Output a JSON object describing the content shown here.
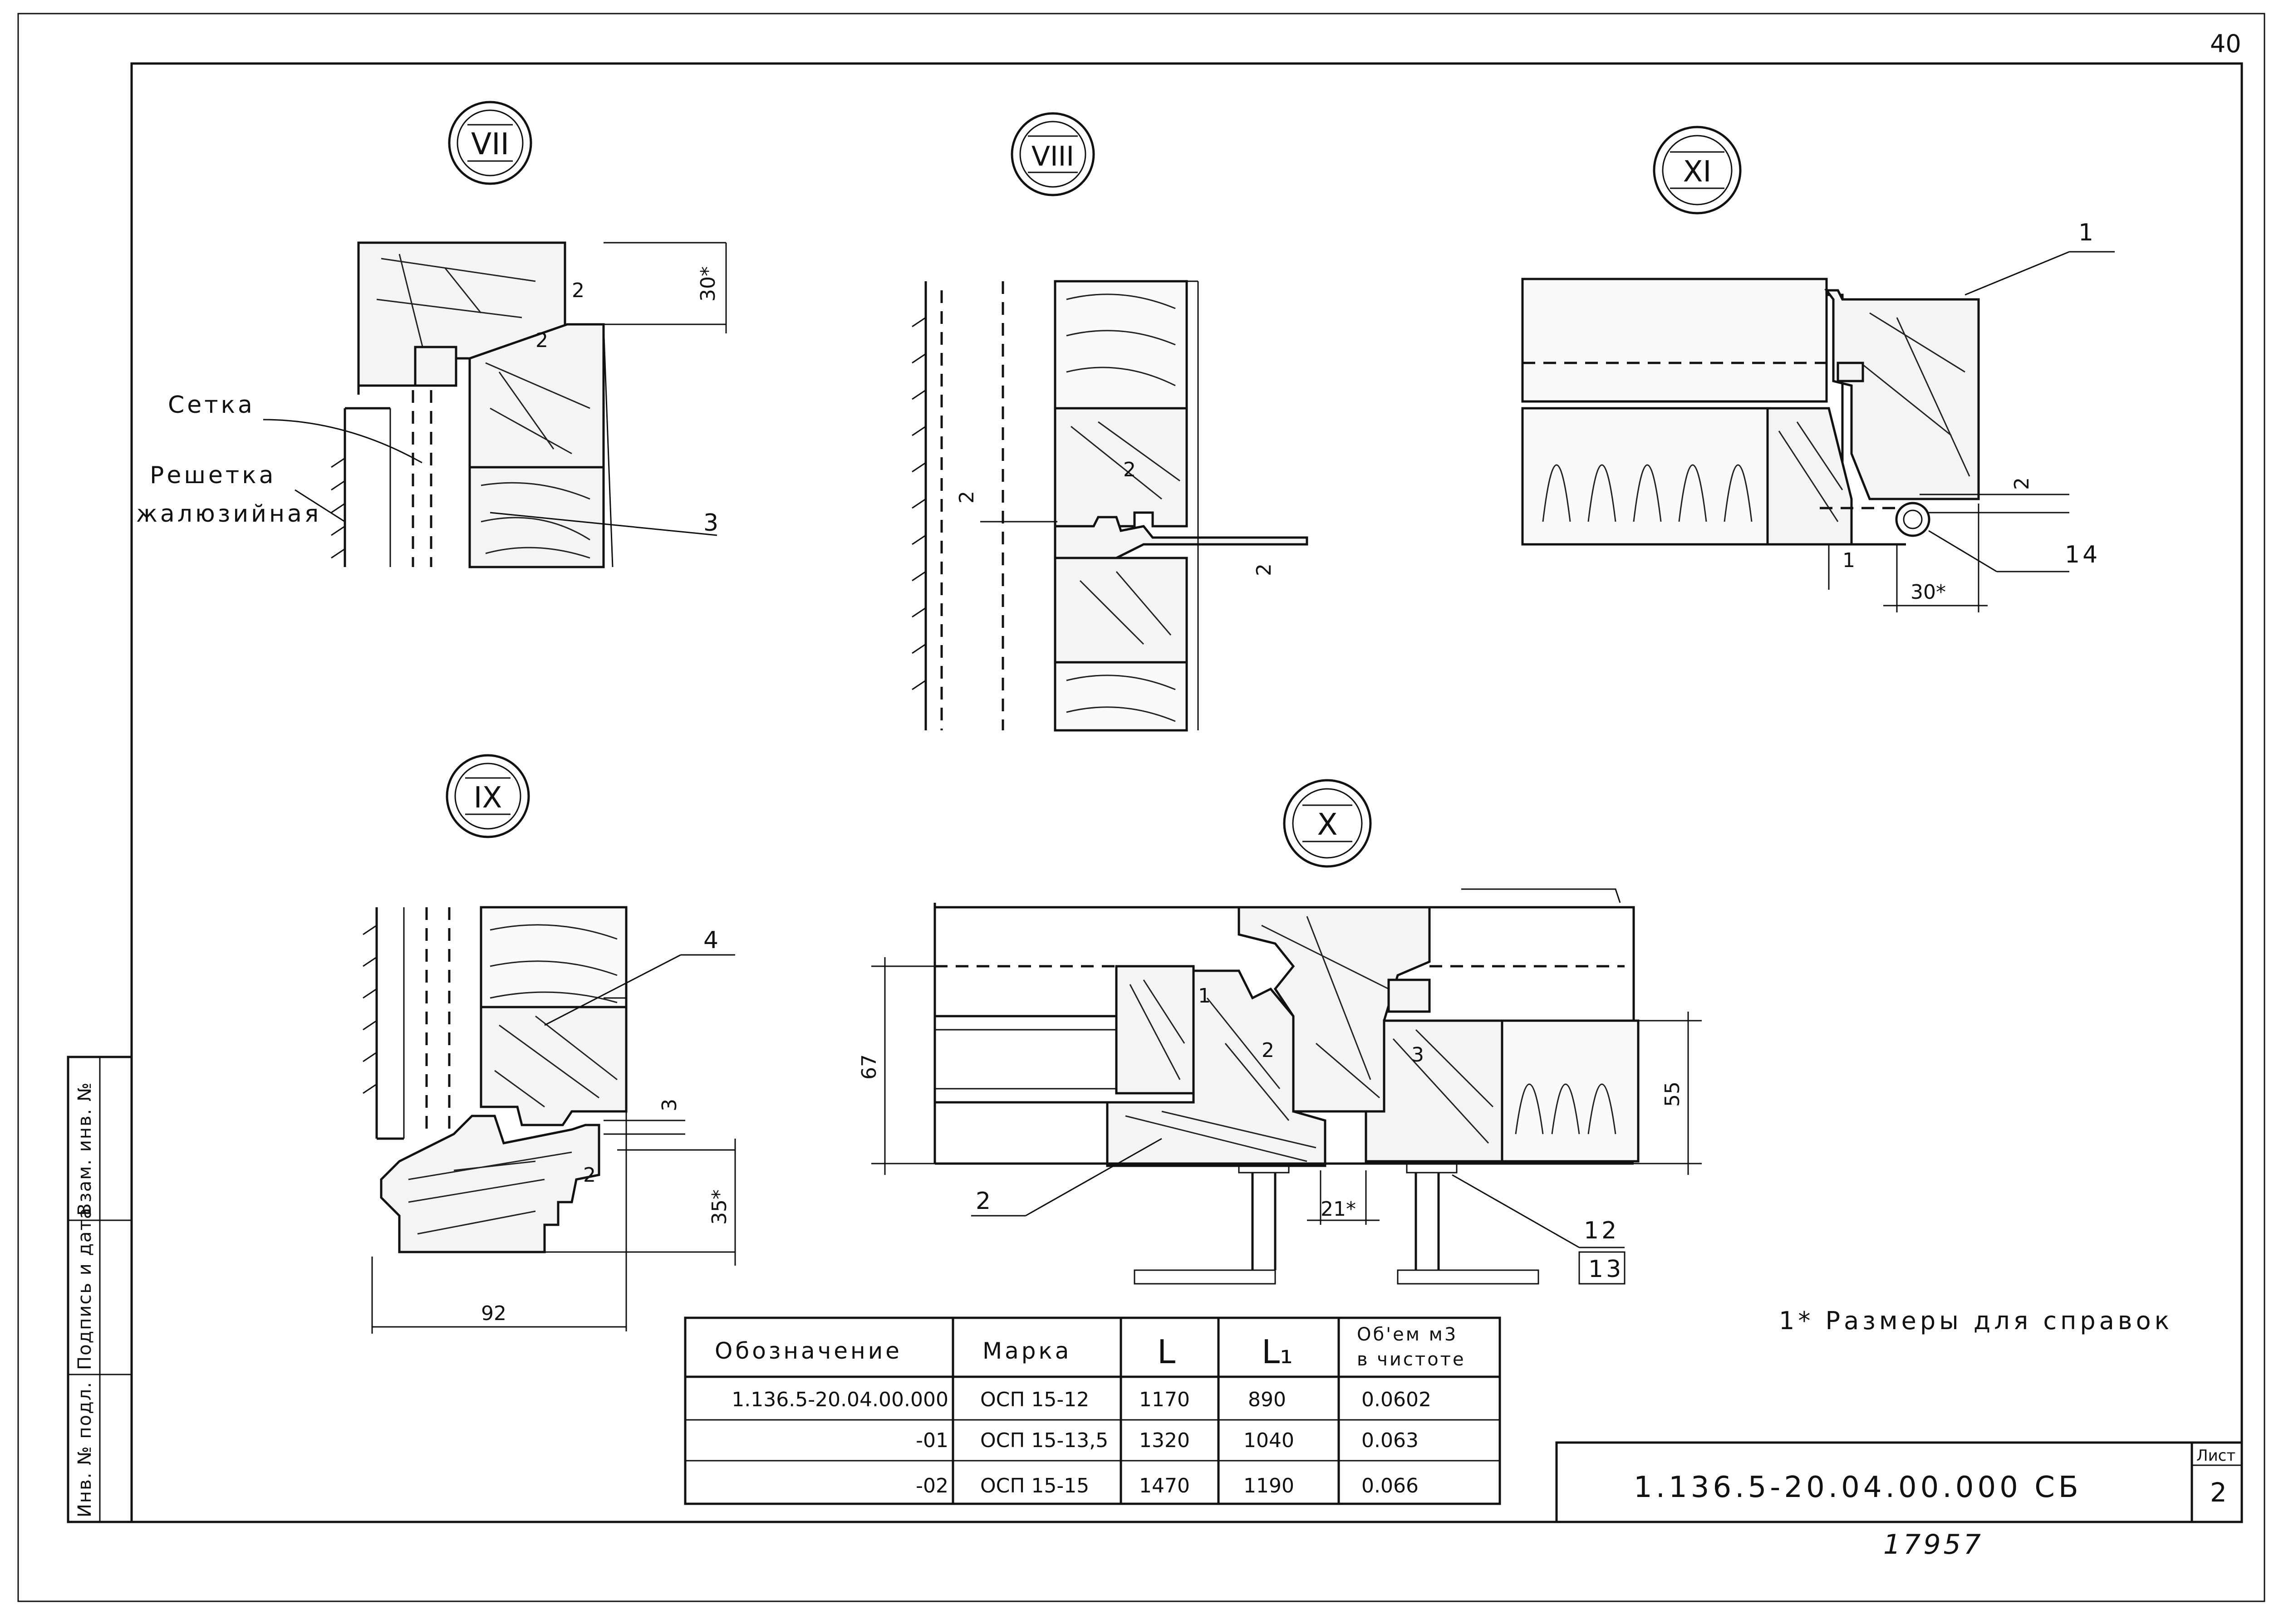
{
  "page_number": "40",
  "views": {
    "vii": {
      "label": "VII"
    },
    "viii": {
      "label": "VIII"
    },
    "xi": {
      "label": "XI"
    },
    "ix": {
      "label": "IX"
    },
    "x": {
      "label": "X"
    }
  },
  "callouts": {
    "setka": "Сетка",
    "reshetka_line1": "Решетка",
    "reshetka_line2": "жалюзийная",
    "n1": "1",
    "n2": "2",
    "n3": "3",
    "n4": "4",
    "n12": "12",
    "n13": "13",
    "n14": "14"
  },
  "dimensions": {
    "d30s": "30*",
    "d2": "2",
    "d1": "1",
    "d3": "3",
    "d35s": "35*",
    "d92": "92",
    "d67": "67",
    "d55": "55",
    "d21s": "21*"
  },
  "note": "1* Размеры для справок",
  "table": {
    "headers": [
      "Обозначение",
      "Марка",
      "L",
      "L₁",
      "Об'ем м3",
      "в чистоте"
    ],
    "rows": [
      [
        "1.136.5-20.04.00.000",
        "ОСП 15-12",
        "1170",
        "890",
        "0.0602"
      ],
      [
        "-01",
        "ОСП 15-13,5",
        "1320",
        "1040",
        "0.063"
      ],
      [
        "-02",
        "ОСП 15-15",
        "1470",
        "1190",
        "0.066"
      ]
    ]
  },
  "title_block": {
    "doc_code": "1.136.5-20.04.00.000 СБ",
    "sheet_label": "Лист",
    "sheet_number": "2",
    "archive_number": "17957"
  },
  "side_stamp": {
    "f1": "Инв. № подл.",
    "f2": "Подпись и дата",
    "f3": "Взам. инв. №"
  }
}
